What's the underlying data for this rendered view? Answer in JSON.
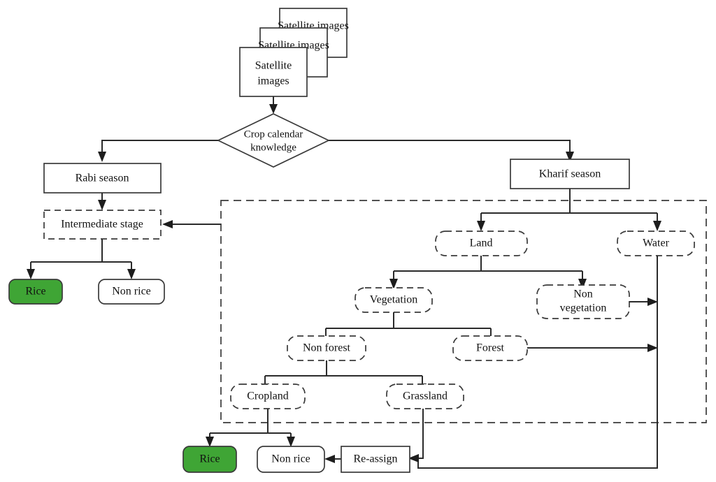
{
  "diagram": {
    "title": "Rice mapping decision tree using crop calendar knowledge",
    "colors": {
      "rice_fill": "#3fa535",
      "node_stroke": "#3a3a3a",
      "edge": "#2b2b2b",
      "background": "#ffffff"
    },
    "nodes": {
      "satellite_back2": {
        "label": "Satellite images",
        "shape": "rectangle",
        "style": "solid"
      },
      "satellite_back1": {
        "label": "Satellite images",
        "shape": "rectangle",
        "style": "solid"
      },
      "satellite_front": {
        "label_line1": "Satellite",
        "label_line2": "images",
        "shape": "rectangle",
        "style": "solid"
      },
      "crop_calendar": {
        "label_line1": "Crop calendar",
        "label_line2": "knowledge",
        "shape": "diamond",
        "style": "solid"
      },
      "rabi_season": {
        "label": "Rabi  season",
        "shape": "rectangle",
        "style": "solid"
      },
      "kharif_season": {
        "label": "Kharif season",
        "shape": "rectangle",
        "style": "solid"
      },
      "intermediate_stage": {
        "label": "Intermediate stage",
        "shape": "rectangle",
        "style": "dashed"
      },
      "rabi_rice": {
        "label": "Rice",
        "shape": "rounded",
        "style": "solid",
        "filled": "green"
      },
      "rabi_non_rice": {
        "label": "Non rice",
        "shape": "rounded",
        "style": "solid"
      },
      "land": {
        "label": "Land",
        "shape": "rounded",
        "style": "dashed"
      },
      "water": {
        "label": "Water",
        "shape": "rounded",
        "style": "dashed"
      },
      "vegetation": {
        "label": "Vegetation",
        "shape": "rounded",
        "style": "dashed"
      },
      "non_vegetation": {
        "label_line1": "Non",
        "label_line2": "vegetation",
        "shape": "rounded",
        "style": "dashed"
      },
      "non_forest": {
        "label": "Non forest",
        "shape": "rounded",
        "style": "dashed"
      },
      "forest": {
        "label": "Forest",
        "shape": "rounded",
        "style": "dashed"
      },
      "cropland": {
        "label": "Cropland",
        "shape": "rounded",
        "style": "dashed"
      },
      "grassland": {
        "label": "Grassland",
        "shape": "rounded",
        "style": "dashed"
      },
      "kharif_rice": {
        "label": "Rice",
        "shape": "rounded",
        "style": "solid",
        "filled": "green"
      },
      "kharif_non_rice": {
        "label": "Non rice",
        "shape": "rounded",
        "style": "solid"
      },
      "reassign": {
        "label": "Re-assign",
        "shape": "rectangle",
        "style": "solid"
      }
    },
    "group": {
      "kharif_group": {
        "label": "",
        "style": "dashed-container"
      }
    },
    "edges": [
      {
        "from": "satellite_front",
        "to": "crop_calendar"
      },
      {
        "from": "crop_calendar",
        "to": "rabi_season"
      },
      {
        "from": "crop_calendar",
        "to": "kharif_season"
      },
      {
        "from": "rabi_season",
        "to": "intermediate_stage"
      },
      {
        "from": "intermediate_stage",
        "to": "rabi_rice"
      },
      {
        "from": "intermediate_stage",
        "to": "rabi_non_rice"
      },
      {
        "from": "kharif_season",
        "to": "land"
      },
      {
        "from": "kharif_season",
        "to": "water"
      },
      {
        "from": "land",
        "to": "vegetation"
      },
      {
        "from": "land",
        "to": "non_vegetation"
      },
      {
        "from": "vegetation",
        "to": "non_forest"
      },
      {
        "from": "vegetation",
        "to": "forest"
      },
      {
        "from": "non_forest",
        "to": "cropland"
      },
      {
        "from": "non_forest",
        "to": "grassland"
      },
      {
        "from": "cropland",
        "to": "kharif_rice"
      },
      {
        "from": "cropland",
        "to": "kharif_non_rice"
      },
      {
        "from": "non_vegetation",
        "to": "water_line"
      },
      {
        "from": "forest",
        "to": "water_line"
      },
      {
        "from": "grassland",
        "to": "reassign"
      },
      {
        "from": "water_line",
        "to": "reassign"
      },
      {
        "from": "reassign",
        "to": "kharif_non_rice"
      },
      {
        "from": "kharif_group",
        "to": "intermediate_stage"
      }
    ]
  }
}
